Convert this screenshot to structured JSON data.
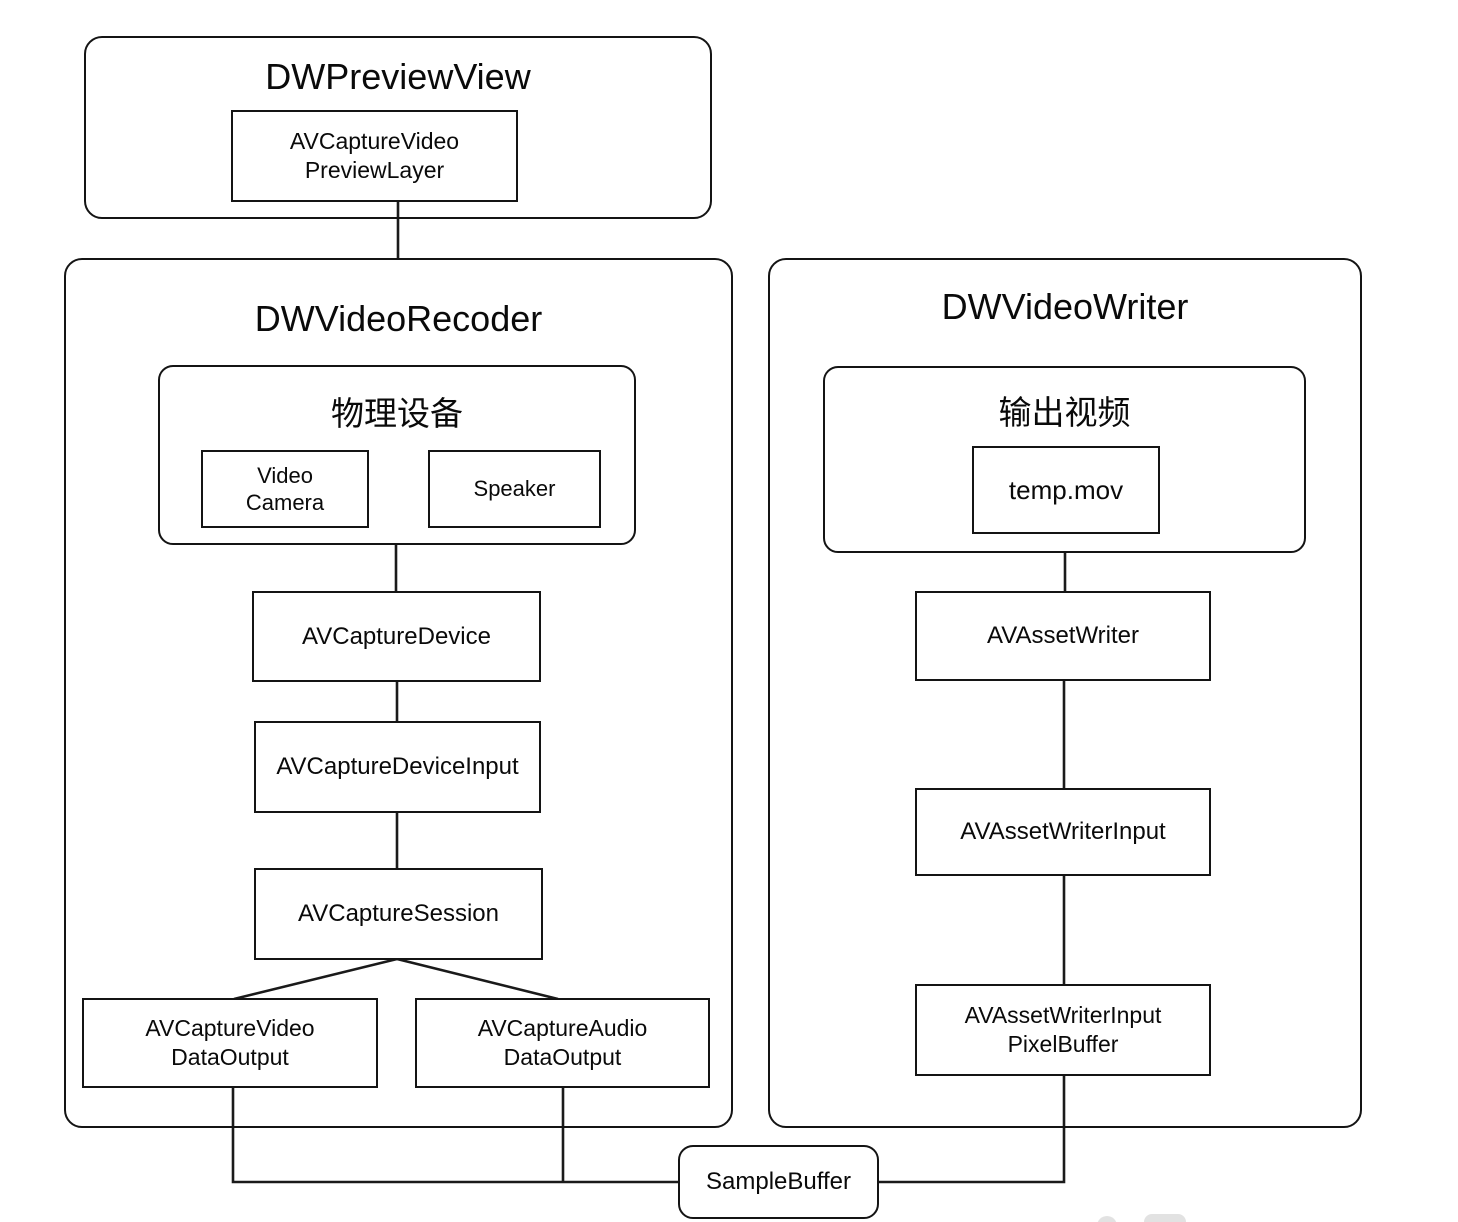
{
  "diagram": {
    "preview_view": {
      "title": "DWPreviewView",
      "preview_layer": {
        "line1": "AVCaptureVideo",
        "line2": "PreviewLayer"
      }
    },
    "recorder": {
      "title": "DWVideoRecoder",
      "physical_device_group": {
        "title": "物理设备",
        "video_camera": {
          "line1": "Video",
          "line2": "Camera"
        },
        "speaker": "Speaker"
      },
      "capture_device": "AVCaptureDevice",
      "capture_device_input": "AVCaptureDeviceInput",
      "capture_session": "AVCaptureSession",
      "video_data_output": {
        "line1": "AVCaptureVideo",
        "line2": "DataOutput"
      },
      "audio_data_output": {
        "line1": "AVCaptureAudio",
        "line2": "DataOutput"
      }
    },
    "writer": {
      "title": "DWVideoWriter",
      "output_video_group": {
        "title": "输出视频",
        "temp_mov": "temp.mov"
      },
      "asset_writer": "AVAssetWriter",
      "asset_writer_input": "AVAssetWriterInput",
      "asset_writer_input_pixel_buffer": {
        "line1": "AVAssetWriterInput",
        "line2": "PixelBuffer"
      }
    },
    "sample_buffer": "SampleBuffer",
    "colors": {
      "line": "#1a1a1a",
      "background": "#ffffff",
      "watermark": "#e2e2e2"
    }
  }
}
